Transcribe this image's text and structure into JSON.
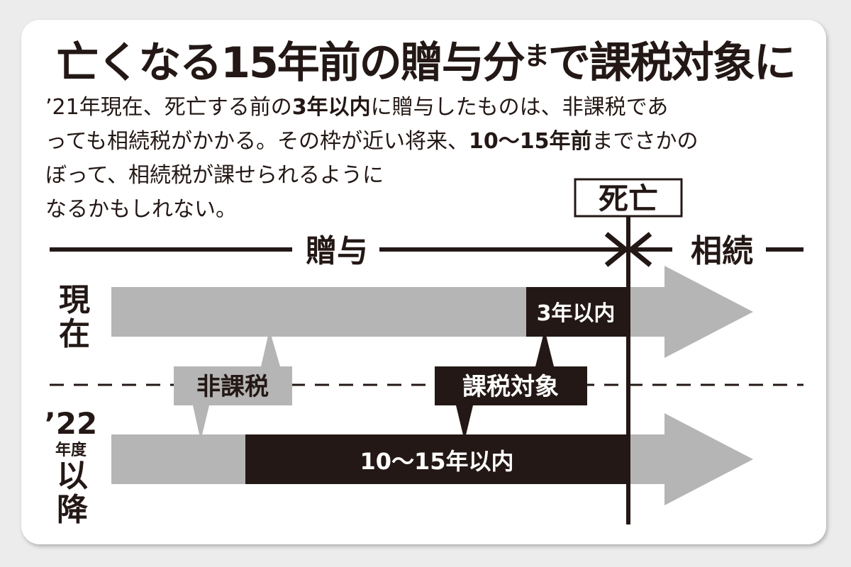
{
  "title": {
    "main": "亡くなる15年前の贈与分",
    "small": "ま",
    "end": "で課税対象に"
  },
  "body": {
    "line1_a": "’21年現在、死亡する前の",
    "line1_bold": "3年以内",
    "line1_b": "に贈与したものは、非課税であ",
    "line2_a": "っても相続税がかかる。その枠が近い将来、",
    "line2_bold": "10〜15年前",
    "line2_b": "までさかの",
    "line3": "ぼって、相続税が課せられるように",
    "line4": "なるかもしれない。"
  },
  "diagram": {
    "death_label": "死亡",
    "gift_label": "贈与",
    "inherit_label": "相続",
    "row_current": {
      "label_1": "現",
      "label_2": "在",
      "taxed_label": "3年以内",
      "taxed_years": 3
    },
    "row_future": {
      "label_year": "’22",
      "label_fy": "年度",
      "label_1": "以",
      "label_2": "降",
      "taxed_label": "10〜15年以内",
      "taxed_years": 15
    },
    "callout_nontax": "非課税",
    "callout_tax": "課税対象"
  },
  "colors": {
    "ink": "#231815",
    "gray": "#b5b5b5",
    "background": "#ececec"
  }
}
